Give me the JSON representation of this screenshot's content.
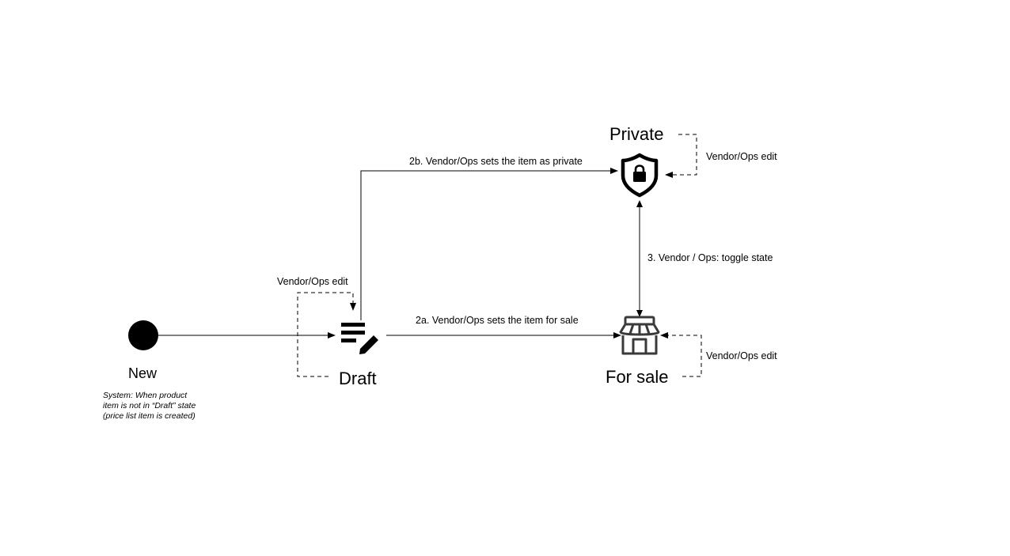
{
  "diagram": {
    "type": "state-diagram",
    "states": {
      "new": {
        "label": "New",
        "icon": "filled-circle-icon",
        "note": "System: When product\nitem is not in “Draft” state\n(price list item is created)"
      },
      "draft": {
        "label": "Draft",
        "icon": "draft-edit-icon"
      },
      "private": {
        "label": "Private",
        "icon": "shield-lock-icon"
      },
      "for_sale": {
        "label": "For sale",
        "icon": "storefront-icon"
      }
    },
    "transitions": {
      "new_to_draft": {
        "from": "New",
        "to": "Draft",
        "label": ""
      },
      "draft_self": {
        "from": "Draft",
        "to": "Draft",
        "label": "Vendor/Ops edit",
        "style": "dashed"
      },
      "draft_to_for_sale": {
        "from": "Draft",
        "to": "For sale",
        "label": "2a. Vendor/Ops sets the item for sale"
      },
      "draft_to_private": {
        "from": "Draft",
        "to": "Private",
        "label": "2b. Vendor/Ops sets the item as private"
      },
      "toggle": {
        "from": "Private",
        "to": "For sale",
        "label": "3. Vendor / Ops: toggle state",
        "bidirectional": true
      },
      "private_self": {
        "from": "Private",
        "to": "Private",
        "label": "Vendor/Ops edit",
        "style": "dashed"
      },
      "for_sale_self": {
        "from": "For sale",
        "to": "For sale",
        "label": "Vendor/Ops edit",
        "style": "dashed"
      }
    }
  }
}
